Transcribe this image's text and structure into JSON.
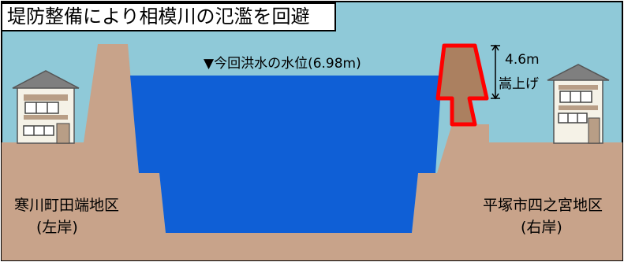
{
  "title": "堤防整備により相模川の氾濫を回避",
  "water_level_label": "▼今回洪水の水位(6.98m)",
  "levee_raise": {
    "amount": "4.6m",
    "word": "嵩上げ"
  },
  "left_side": {
    "district": "寒川町田端地区",
    "bank": "(左岸)"
  },
  "right_side": {
    "district": "平塚市四之宮地区",
    "bank": "(右岸)"
  },
  "colors": {
    "sky": "#8fc9d8",
    "ground": "#c8a38a",
    "water": "#0f5fd6",
    "raised_levee": "#ab8060",
    "raised_outline": "#ff0000",
    "house_wall": "#f5f2e7",
    "house_roof": "#7f7f7f"
  }
}
